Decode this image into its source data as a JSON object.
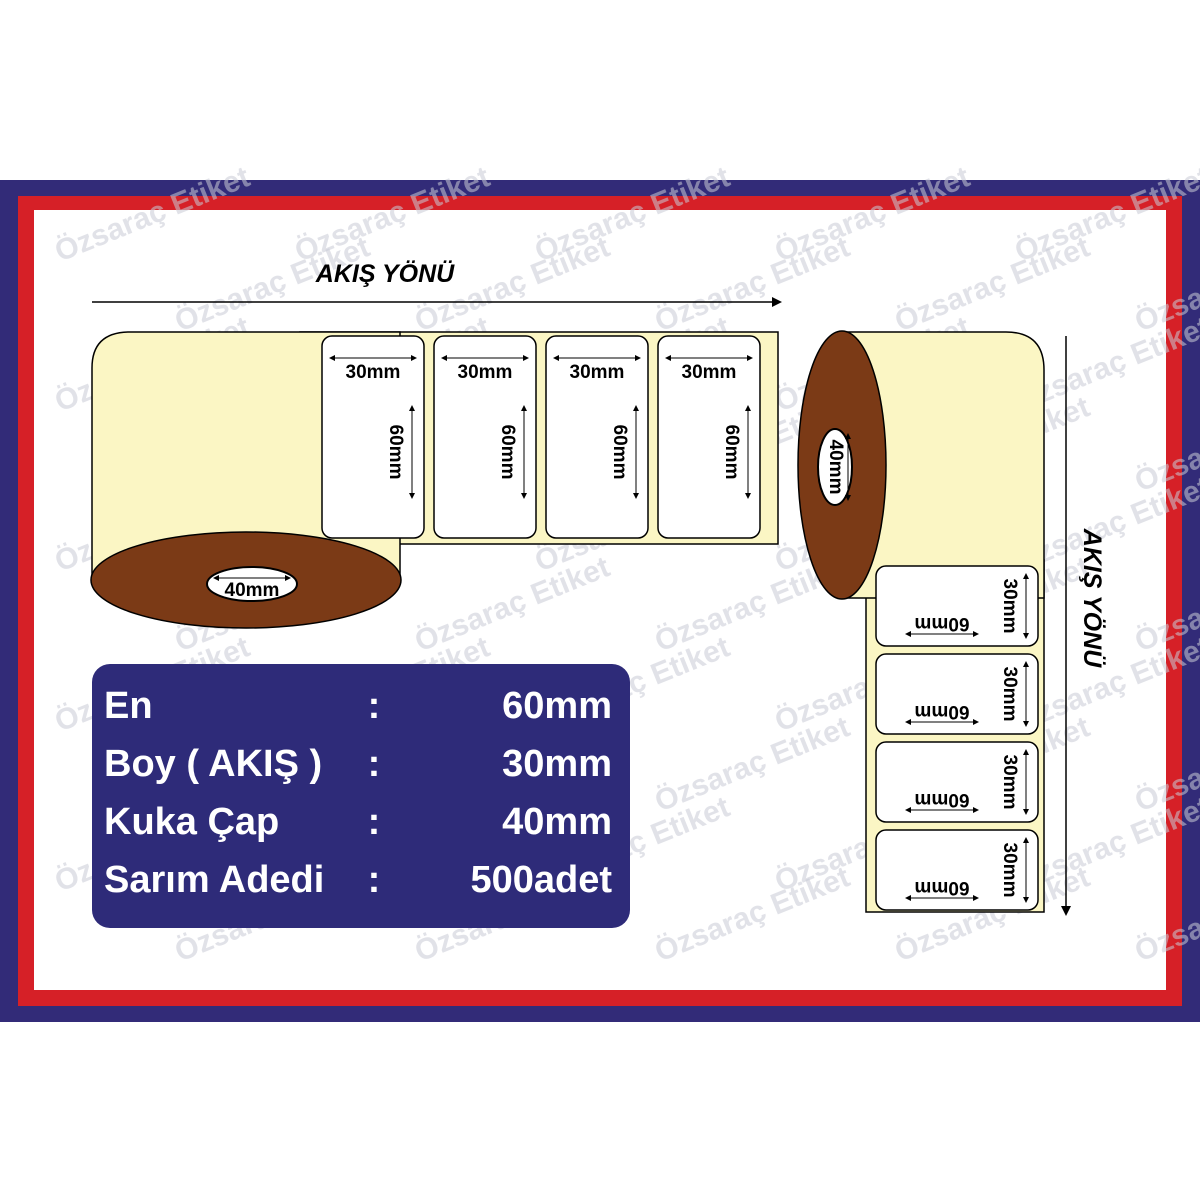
{
  "brand": {
    "watermark": "Özsaraç Etiket"
  },
  "flow": {
    "label": "AKIŞ YÖNÜ"
  },
  "labels": {
    "width": "30mm",
    "height": "60mm"
  },
  "core": {
    "label": "40mm"
  },
  "specs": [
    {
      "name": "En",
      "sep": ":",
      "value": "60mm"
    },
    {
      "name": "Boy ( AKIŞ )",
      "sep": ":",
      "value": "30mm"
    },
    {
      "name": "Kuka Çap",
      "sep": ":",
      "value": "40mm"
    },
    {
      "name": "Sarım Adedi",
      "sep": ":",
      "value": "500adet"
    }
  ],
  "colors": {
    "outer_frame": "#322b78",
    "inner_frame": "#d62027",
    "paper": "#fbf6c4",
    "core": "#7b3a16",
    "panel": "#2e2b79"
  }
}
